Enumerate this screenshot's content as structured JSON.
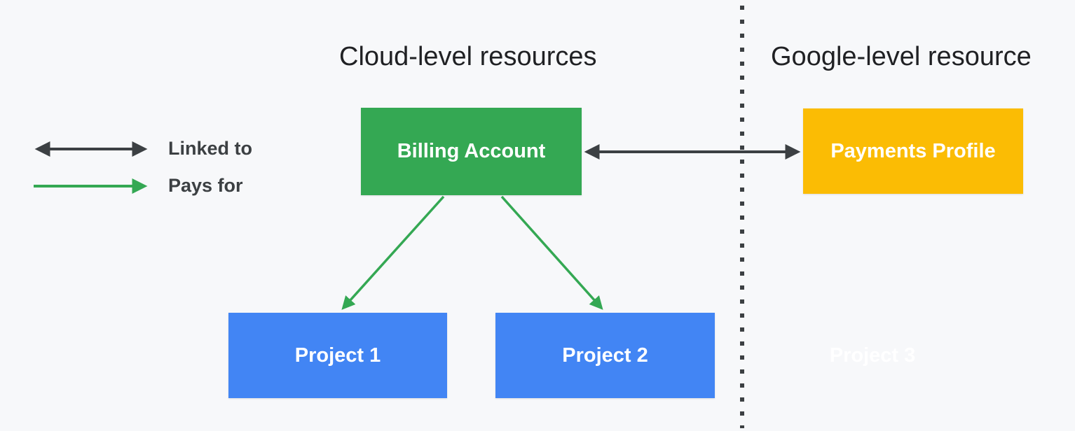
{
  "headings": {
    "cloud": "Cloud-level resources",
    "google": "Google-level resource"
  },
  "legend": {
    "items": [
      {
        "label": "Linked to",
        "arrow_style": "double-headed",
        "arrow_color": "#3C4043"
      },
      {
        "label": "Pays for",
        "arrow_style": "single-headed",
        "arrow_color": "#34A853"
      }
    ]
  },
  "nodes": [
    {
      "id": "billing-account",
      "label": "Billing Account",
      "color": "#34A853",
      "text_color": "#FFFFFF",
      "side": "cloud"
    },
    {
      "id": "payments-profile",
      "label": "Payments Profile",
      "color": "#FBBC04",
      "text_color": "#FFFFFF",
      "side": "google"
    },
    {
      "id": "project-1",
      "label": "Project 1",
      "color": "#4285F4",
      "text_color": "#FFFFFF",
      "side": "cloud"
    },
    {
      "id": "project-2",
      "label": "Project 2",
      "color": "#4285F4",
      "text_color": "#FFFFFF",
      "side": "cloud"
    },
    {
      "id": "project-3",
      "label": "Project 3",
      "color": "transparent",
      "text_color": "#FFFFFF",
      "side": "google"
    }
  ],
  "edges": [
    {
      "from": "billing-account",
      "to": "payments-profile",
      "relation": "Linked to"
    },
    {
      "from": "billing-account",
      "to": "project-1",
      "relation": "Pays for"
    },
    {
      "from": "billing-account",
      "to": "project-2",
      "relation": "Pays for"
    }
  ],
  "colors": {
    "background": "#F7F8FA",
    "divider": "#3C4043",
    "linked_arrow": "#3C4043",
    "pays_arrow": "#34A853",
    "heading_text": "#202124",
    "legend_text": "#3C4043"
  }
}
